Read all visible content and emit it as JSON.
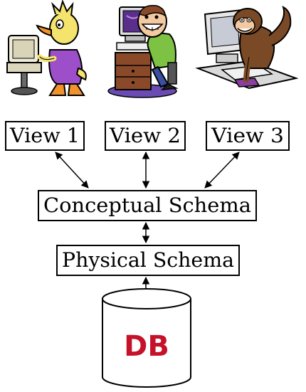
{
  "views": [
    {
      "label": "View 1",
      "illustration": "duck-at-computer-illustration"
    },
    {
      "label": "View 2",
      "illustration": "grinning-man-at-computer-illustration"
    },
    {
      "label": "View 3",
      "illustration": "monkey-at-computer-illustration"
    }
  ],
  "conceptual_schema": {
    "label": "Conceptual Schema"
  },
  "physical_schema": {
    "label": "Physical Schema"
  },
  "database": {
    "label": "DB",
    "icon": "database-cylinder-icon"
  },
  "colors": {
    "db_text": "#c5122a",
    "box_border": "#000000"
  }
}
